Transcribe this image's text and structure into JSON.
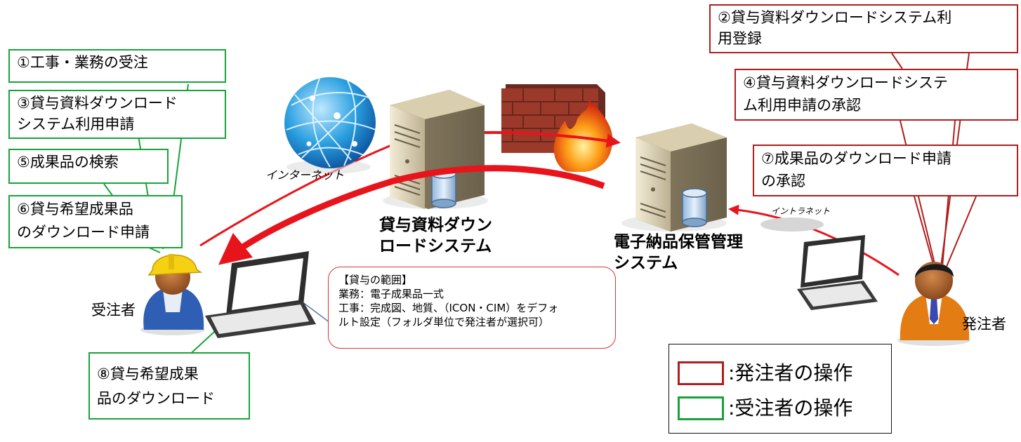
{
  "labels": {
    "internet": "インターネット",
    "intranet": "イントラネット",
    "download_system": [
      "貸与資料ダウン",
      "ロードシステム"
    ],
    "storage_system": [
      "電子納品保管管理",
      "システム"
    ],
    "contractor": "受注者",
    "orderer": "発注者"
  },
  "contractor_steps": {
    "s1": [
      "①工事・業務の受注"
    ],
    "s3": [
      "③貸与資料ダウンロード",
      "システム利用申請"
    ],
    "s5": [
      "⑤成果品の検索"
    ],
    "s6": [
      "⑥貸与希望成果品",
      "のダウンロード申請"
    ],
    "s8": [
      "⑧貸与希望成果",
      "品のダウンロード"
    ]
  },
  "orderer_steps": {
    "s2": [
      "②貸与資料ダウンロードシステム利",
      "用登録"
    ],
    "s4": [
      "④貸与資料ダウンロードシステ",
      "ム利用申請の承認"
    ],
    "s7": [
      "⑦成果品のダウンロード申請",
      "の承認"
    ]
  },
  "lending_scope": {
    "title": "【貸与の範囲】",
    "lines": [
      "業務：電子成果品一式",
      "工事：完成図、地質、（ICON・CIM）をデフォ",
      "ルト設定（フォルダ単位で発注者が選択可）"
    ]
  },
  "legend": {
    "orderer": ":発注者の操作",
    "contractor": ":受注者の操作"
  },
  "colors": {
    "orderer_red": "#b01e1e",
    "contractor_green": "#1aa23a",
    "arrow_red": "#e8141c"
  },
  "icons": [
    "globe-icon",
    "server-icon",
    "firewall-icon",
    "laptop-icon",
    "worker-icon",
    "businessman-icon"
  ]
}
